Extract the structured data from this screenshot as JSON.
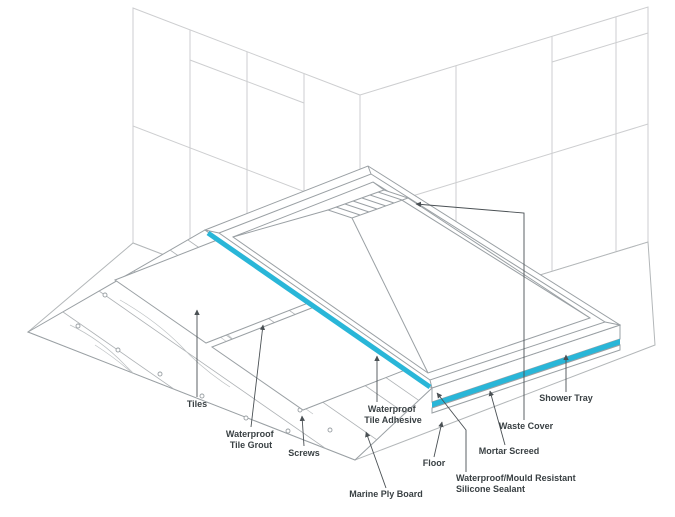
{
  "diagram": {
    "labels": {
      "tiles": "Tiles",
      "waterproof_tile_grout": [
        "Waterproof",
        "Tile Grout"
      ],
      "screws": "Screws",
      "waterproof_tile_adhesive": [
        "Waterproof",
        "Tile Adhesive"
      ],
      "marine_ply_board": "Marine Ply Board",
      "floor": "Floor",
      "silicone_sealant": [
        "Waterproof/Mould Resistant",
        "Silicone Sealant"
      ],
      "mortar_screed": "Mortar Screed",
      "waste_cover": "Waste Cover",
      "shower_tray": "Shower Tray"
    },
    "colors": {
      "highlight": "#29b6d8",
      "text": "#3a4144"
    }
  }
}
